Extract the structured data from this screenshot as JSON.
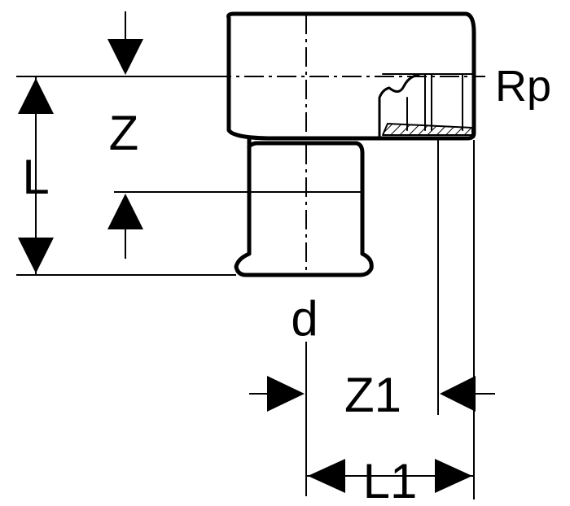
{
  "labels": {
    "z": "Z",
    "l": "L",
    "rp": "Rp",
    "d": "d",
    "z1": "Z1",
    "l1": "L1"
  },
  "colors": {
    "line": "#000000",
    "background": "#ffffff"
  }
}
